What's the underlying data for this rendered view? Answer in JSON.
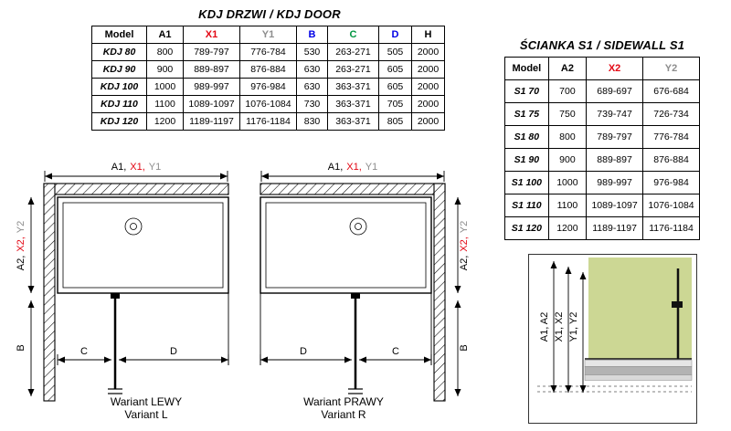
{
  "door_table": {
    "title": "KDJ DRZWI / KDJ DOOR",
    "headers": [
      "Model",
      "A1",
      "X1",
      "Y1",
      "B",
      "C",
      "D",
      "H"
    ],
    "rows": [
      [
        "KDJ 80",
        "800",
        "789-797",
        "776-784",
        "530",
        "263-271",
        "505",
        "2000"
      ],
      [
        "KDJ 90",
        "900",
        "889-897",
        "876-884",
        "630",
        "263-271",
        "605",
        "2000"
      ],
      [
        "KDJ 100",
        "1000",
        "989-997",
        "976-984",
        "630",
        "363-371",
        "605",
        "2000"
      ],
      [
        "KDJ 110",
        "1100",
        "1089-1097",
        "1076-1084",
        "730",
        "363-371",
        "705",
        "2000"
      ],
      [
        "KDJ 120",
        "1200",
        "1189-1197",
        "1176-1184",
        "830",
        "363-371",
        "805",
        "2000"
      ]
    ]
  },
  "sidewall_table": {
    "title": "ŚCIANKA S1 / SIDEWALL S1",
    "headers": [
      "Model",
      "A2",
      "X2",
      "Y2"
    ],
    "rows": [
      [
        "S1 70",
        "700",
        "689-697",
        "676-684"
      ],
      [
        "S1 75",
        "750",
        "739-747",
        "726-734"
      ],
      [
        "S1 80",
        "800",
        "789-797",
        "776-784"
      ],
      [
        "S1 90",
        "900",
        "889-897",
        "876-884"
      ],
      [
        "S1 100",
        "1000",
        "989-997",
        "976-984"
      ],
      [
        "S1 110",
        "1100",
        "1089-1097",
        "1076-1084"
      ],
      [
        "S1 120",
        "1200",
        "1189-1197",
        "1176-1184"
      ]
    ]
  },
  "dims": {
    "a1": "A1,",
    "x1": "X1,",
    "y1": "Y1",
    "a2": "A2,",
    "x2": "X2,",
    "y2": "Y2",
    "b": "B",
    "c": "C",
    "d": "D",
    "a12": "A1, A2",
    "x12": "X1, X2",
    "y12": "Y1, Y2"
  },
  "captions": {
    "left_line1": "Wariant LEWY",
    "left_line2": "Variant L",
    "right_line1": "Wariant PRAWY",
    "right_line2": "Variant R"
  },
  "colors": {
    "dim_red": "#e30613",
    "dim_gray": "#8d8d8d",
    "dim_blue": "#0000e6",
    "dim_green": "#009640",
    "wall_section_green": "#ccd794"
  }
}
